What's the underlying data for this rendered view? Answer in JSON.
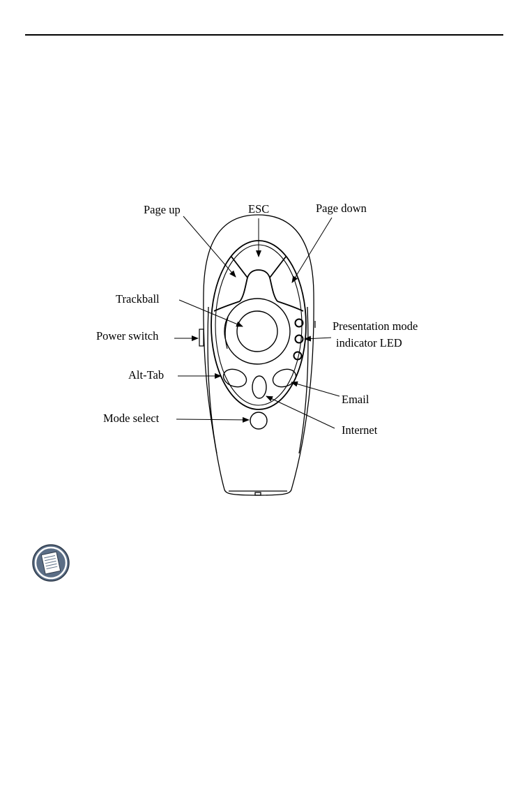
{
  "diagram": {
    "labels": {
      "page_up": "Page up",
      "esc": "ESC",
      "page_down": "Page down",
      "trackball": "Trackball",
      "power_switch": "Power switch",
      "presentation_mode_line1": "Presentation mode",
      "presentation_mode_line2": "indicator LED",
      "alt_tab": "Alt-Tab",
      "email": "Email",
      "mode_select": "Mode select",
      "internet": "Internet"
    }
  },
  "icons": {
    "note": "note-icon"
  },
  "colors": {
    "line": "#000000",
    "icon_fill": "#5b6e86"
  }
}
